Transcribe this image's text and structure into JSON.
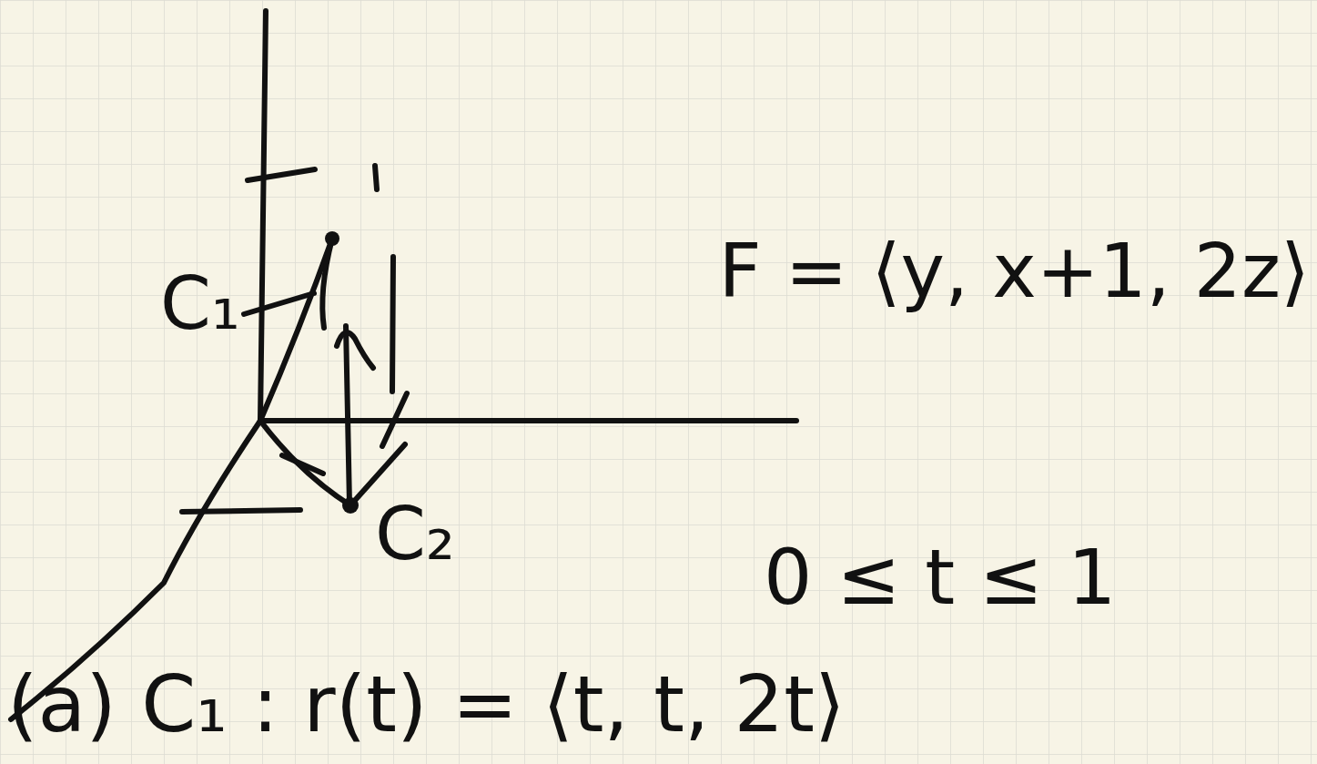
{
  "diagram": {
    "labels": [
      "C₁",
      "C₂",
      "F = ⟨y, x+1, 2z⟩",
      "0 ≤ t ≤ 1",
      "(a) C₁ : r(t) = ⟨t, t, 2t⟩"
    ]
  }
}
